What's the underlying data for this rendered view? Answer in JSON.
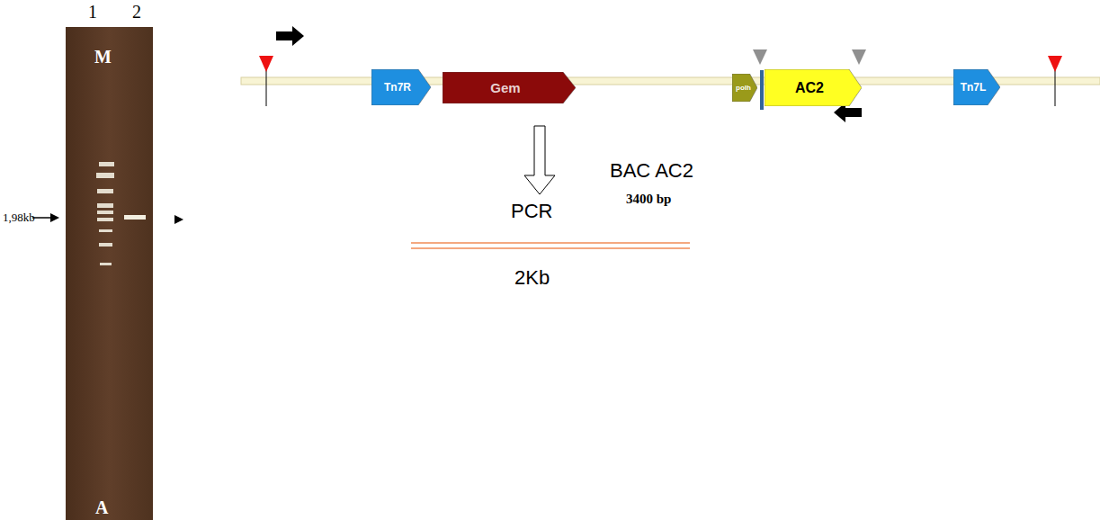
{
  "diagram": {
    "nodes": [
      {
        "text": [
          "Tn7R"
        ]
      },
      {
        "text": [
          "Gem"
        ]
      },
      {
        "text": [
          "polh"
        ]
      },
      {
        "text": [
          "AC2"
        ]
      },
      {
        "text": [
          "Tn7L"
        ]
      }
    ],
    "labels": [
      "1",
      "2",
      "M",
      "A",
      "1,98kb",
      "BAC AC2",
      "3400 bp",
      "PCR",
      "2Kb"
    ]
  }
}
